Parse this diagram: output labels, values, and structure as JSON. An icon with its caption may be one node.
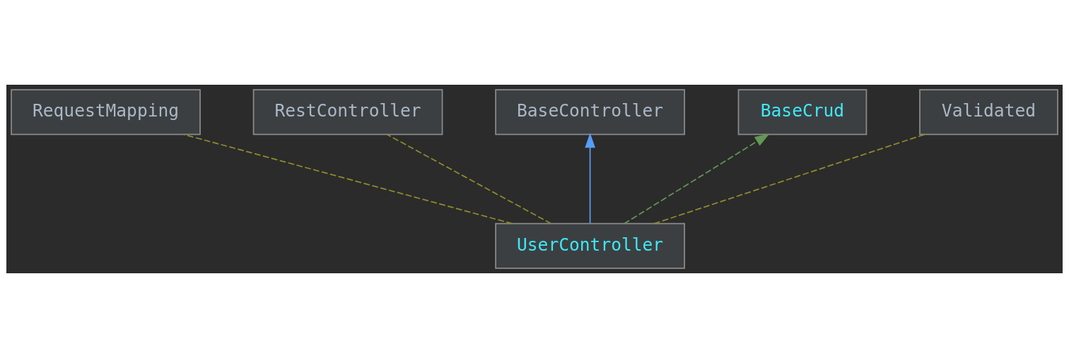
{
  "diagram": {
    "nodes": [
      {
        "text": [
          "RequestMapping"
        ]
      },
      {
        "text": [
          "RestController"
        ]
      },
      {
        "text": [
          "BaseController"
        ]
      },
      {
        "text": [
          "BaseCrud"
        ]
      },
      {
        "text": [
          "Validated"
        ]
      },
      {
        "text": [
          "UserController"
        ]
      }
    ],
    "edges": [
      {
        "from": 5,
        "to": 0,
        "arrow": "none",
        "style": "dashed"
      },
      {
        "from": 5,
        "to": 1,
        "arrow": "none",
        "style": "dashed"
      },
      {
        "from": 5,
        "to": 2,
        "arrow": "to",
        "color": "#589df6"
      },
      {
        "from": 5,
        "to": 3,
        "arrow": "to",
        "style": "dashed",
        "color": "#629755"
      },
      {
        "from": 5,
        "to": 4,
        "arrow": "none",
        "style": "dashed"
      }
    ]
  }
}
